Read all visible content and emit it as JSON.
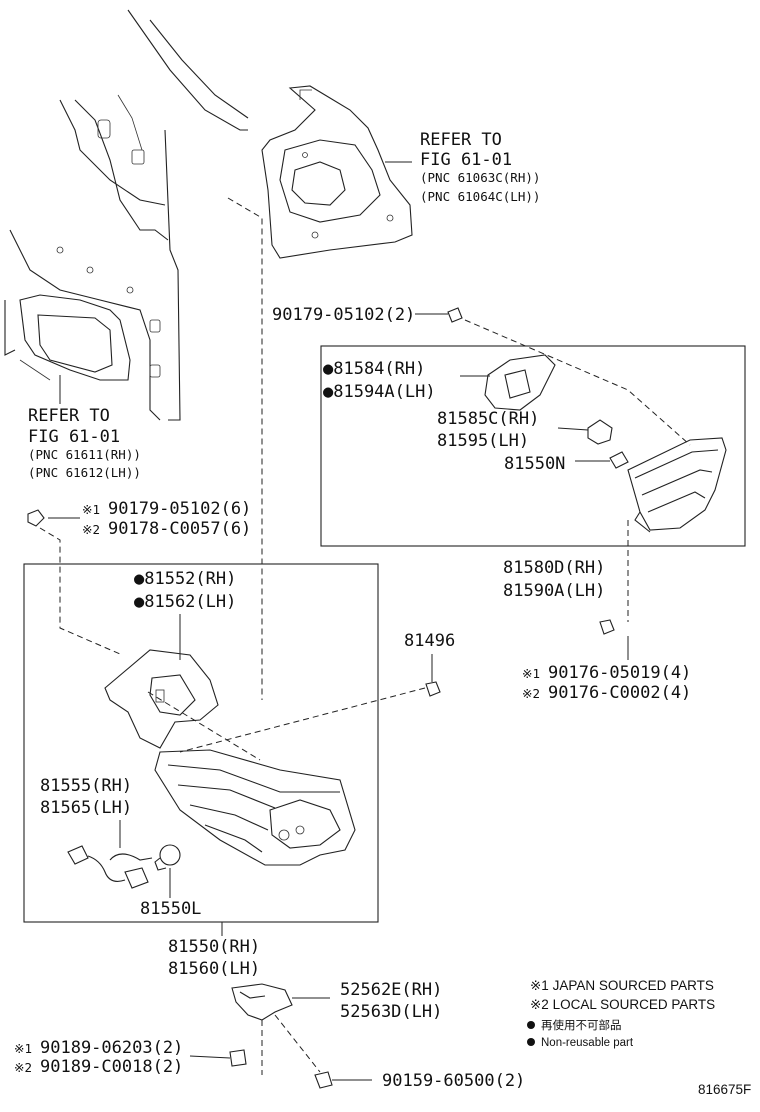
{
  "diagram_id": "816675F",
  "refer_upper": {
    "line1": "REFER TO",
    "line2": "FIG 61-01",
    "pnc_rh": "(PNC 61063C(RH))",
    "pnc_lh": "(PNC 61064C(LH))"
  },
  "refer_left": {
    "line1": "REFER TO",
    "line2": "FIG 61-01",
    "pnc_rh": "(PNC 61611(RH))",
    "pnc_lh": "(PNC 61612(LH))"
  },
  "screw_top": "90179-05102(2)",
  "inner_lamp_box": {
    "gasket_rh": "●81584(RH)",
    "gasket_lh": "●81594A(LH)",
    "socket_rh": "81585C(RH)",
    "socket_lh": "81595(LH)",
    "bulb": "81550N",
    "assy_rh": "81580D(RH)",
    "assy_lh": "81590A(LH)"
  },
  "nut_left": {
    "mark1": "※1",
    "part1": "90179-05102(6)",
    "mark2": "※2",
    "part2": "90178-C0057(6)"
  },
  "outer_lamp_box": {
    "gasket_rh": "●81552(RH)",
    "gasket_lh": "●81562(LH)",
    "wire_rh": "81555(RH)",
    "wire_lh": "81565(LH)",
    "bulb": "81550L",
    "assy_rh": "81550(RH)",
    "assy_lh": "81560(LH)"
  },
  "clip": "81496",
  "nut_right": {
    "mark1": "※1",
    "part1": "90176-05019(4)",
    "mark2": "※2",
    "part2": "90176-C0002(4)"
  },
  "bracket": {
    "rh": "52562E(RH)",
    "lh": "52563D(LH)"
  },
  "screw_bottom_left": {
    "mark1": "※1",
    "part1": "90189-06203(2)",
    "mark2": "※2",
    "part2": "90189-C0018(2)"
  },
  "screw_bottom": "90159-60500(2)",
  "legend": {
    "note1": "※1 JAPAN SOURCED PARTS",
    "note2": "※2 LOCAL SOURCED PARTS",
    "note3": "再使用不可部品",
    "note4": "Non-reusable part"
  }
}
